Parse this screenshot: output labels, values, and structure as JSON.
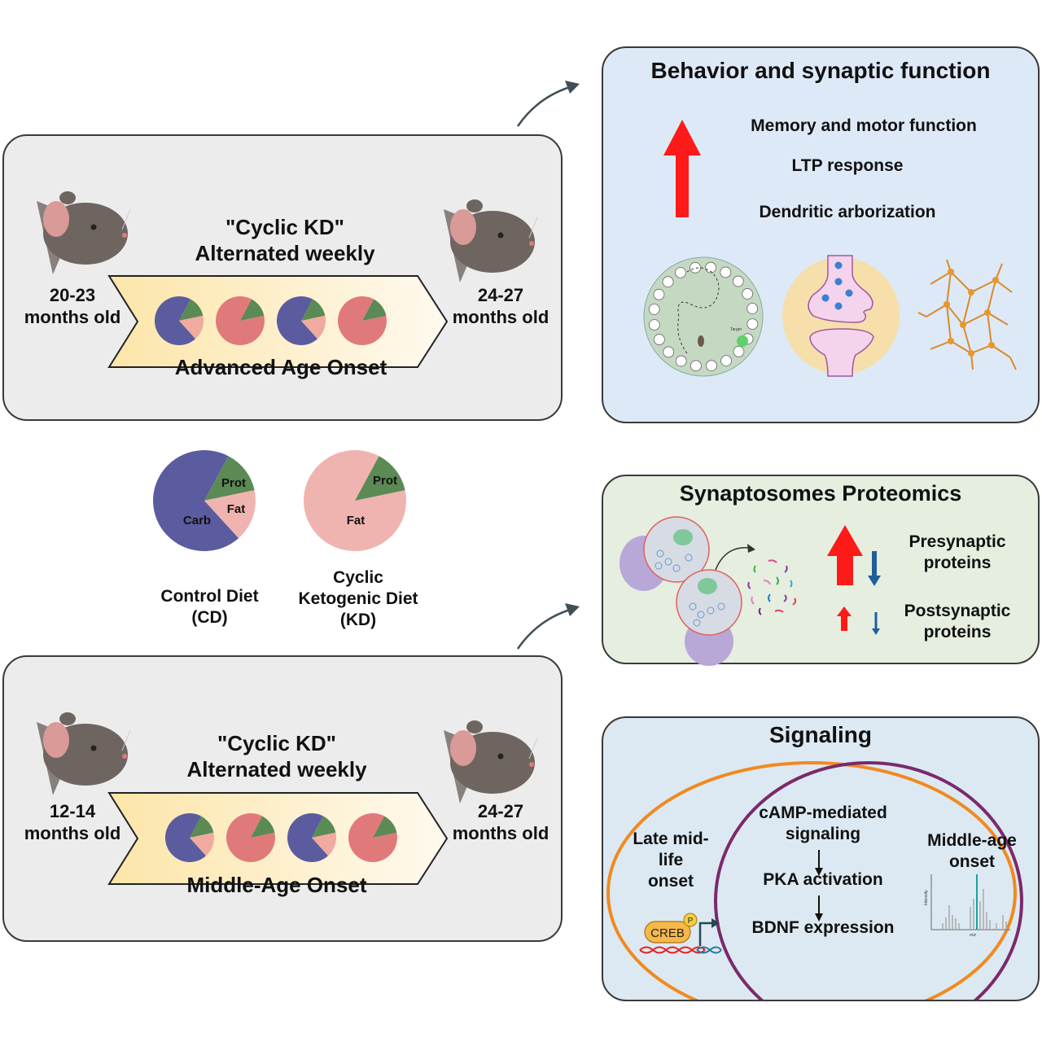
{
  "colors": {
    "carb": "#5b5ba0",
    "protein": "#5b8a55",
    "fat_light": "#f0b4b0",
    "fat_kd": "#e07a7a",
    "up_arrow": "#ff1a1a",
    "down_arrow": "#1f5f9a",
    "venn_left": "#f08a20",
    "venn_right": "#7a2a6a",
    "chevron_fill": "#fdecc0"
  },
  "advanced_panel": {
    "title_line1": "\"Cyclic KD\"",
    "title_line2": "Alternated weekly",
    "start_age_line1": "20-23",
    "start_age_line2": "months old",
    "end_age_line1": "24-27",
    "end_age_line2": "months old",
    "subtitle": "Advanced Age Onset",
    "diet_sequence": [
      "CD",
      "KD",
      "CD",
      "KD"
    ]
  },
  "middle_panel": {
    "title_line1": "\"Cyclic KD\"",
    "title_line2": "Alternated weekly",
    "start_age_line1": "12-14",
    "start_age_line2": "months old",
    "end_age_line1": "24-27",
    "end_age_line2": "months old",
    "subtitle": "Middle-Age Onset",
    "diet_sequence": [
      "CD",
      "KD",
      "CD",
      "KD"
    ]
  },
  "legend": {
    "control": {
      "label_line1": "Control Diet",
      "label_line2": "(CD)",
      "slices": [
        {
          "name": "Carb",
          "label": "Carb"
        },
        {
          "name": "Prot",
          "label": "Prot"
        },
        {
          "name": "Fat",
          "label": "Fat"
        }
      ]
    },
    "keto": {
      "label_line1": "Cyclic",
      "label_line2": "Ketogenic Diet",
      "label_line3": "(KD)",
      "slices": [
        {
          "name": "Fat",
          "label": "Fat"
        },
        {
          "name": "Prot",
          "label": "Prot"
        }
      ]
    }
  },
  "behavior_panel": {
    "title": "Behavior and synaptic function",
    "items": [
      "Memory and motor function",
      "LTP response",
      "Dendritic arborization"
    ],
    "direction": "up",
    "maze_target_label": "Target",
    "icons": [
      "water-maze",
      "synapse",
      "neuron-network"
    ]
  },
  "proteomics_panel": {
    "title": "Synaptosomes Proteomics",
    "rows": [
      {
        "label_line1": "Presynaptic",
        "label_line2": "proteins",
        "up": "large",
        "down": "large"
      },
      {
        "label_line1": "Postsynaptic",
        "label_line2": "proteins",
        "up": "small",
        "down": "small"
      }
    ]
  },
  "signaling_panel": {
    "title": "Signaling",
    "left_label_line1": "Late mid-",
    "left_label_line2": "life",
    "left_label_line3": "onset",
    "right_label_line1": "Middle-age",
    "right_label_line2": "onset",
    "pathway": [
      "cAMP-mediated",
      "signaling",
      "PKA activation",
      "BDNF expression"
    ],
    "creb_label": "CREB",
    "phospho_label": "P",
    "spectrum_y_label": "Intensity",
    "spectrum_x_label": "m/z"
  }
}
